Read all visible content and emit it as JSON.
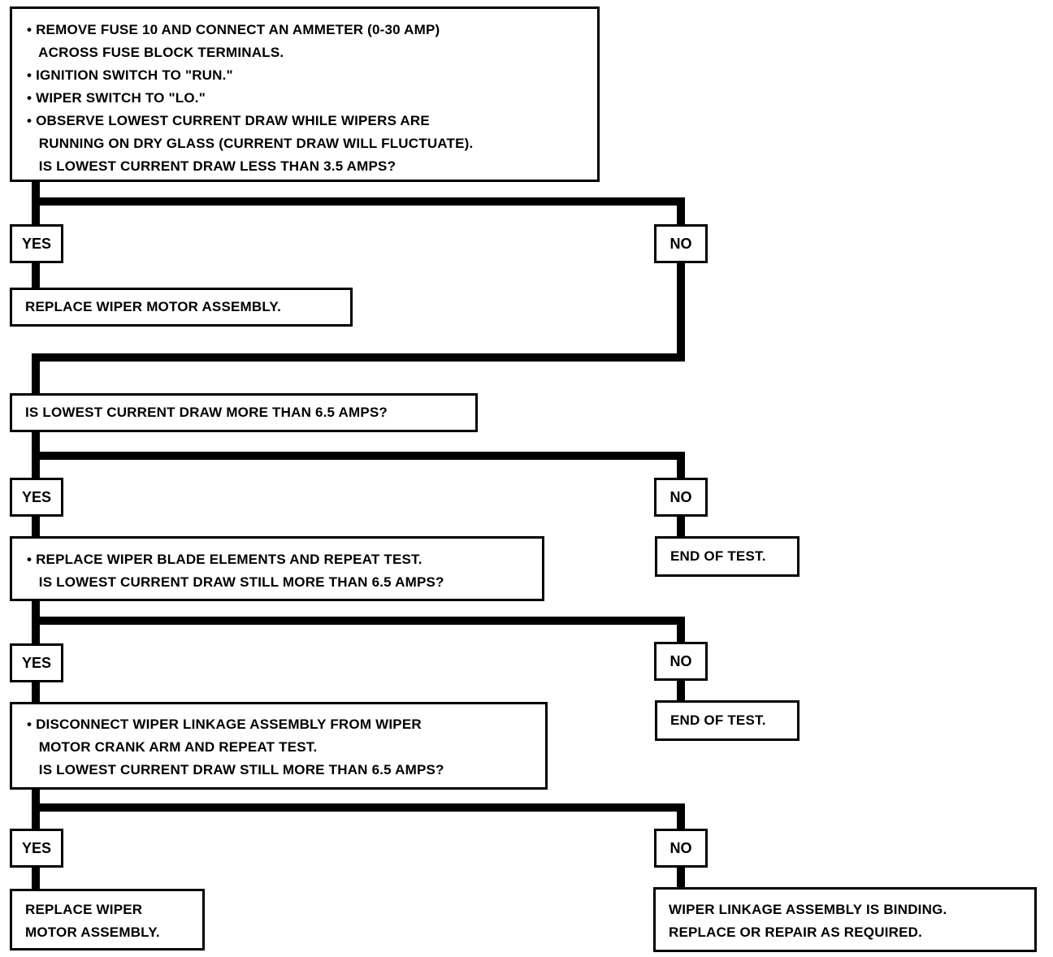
{
  "box_first_test": {
    "lines": [
      "• REMOVE FUSE 10 AND CONNECT AN AMMETER (0-30 AMP)",
      "   ACROSS FUSE BLOCK TERMINALS.",
      "• IGNITION SWITCH TO \"RUN.\"",
      "• WIPER SWITCH TO \"LO.\"",
      "• OBSERVE LOWEST CURRENT DRAW WHILE WIPERS ARE",
      "   RUNNING ON DRY GLASS (CURRENT DRAW WILL FLUCTUATE).",
      "   IS LOWEST CURRENT DRAW LESS THAN 3.5 AMPS?"
    ]
  },
  "labels": {
    "yes": "YES",
    "no": "NO"
  },
  "box_replace_motor_1": "REPLACE WIPER MOTOR ASSEMBLY.",
  "box_question_65": "IS LOWEST CURRENT DRAW MORE THAN 6.5 AMPS?",
  "box_replace_blades": {
    "lines": [
      "• REPLACE WIPER BLADE ELEMENTS AND REPEAT TEST.",
      "   IS LOWEST CURRENT DRAW STILL MORE THAN 6.5 AMPS?"
    ]
  },
  "box_end_1": "END OF TEST.",
  "box_disconnect": {
    "lines": [
      "• DISCONNECT WIPER LINKAGE ASSEMBLY FROM WIPER",
      "   MOTOR CRANK ARM AND REPEAT TEST.",
      "   IS LOWEST CURRENT DRAW STILL MORE THAN 6.5 AMPS?"
    ]
  },
  "box_end_2": "END OF TEST.",
  "box_replace_motor_2": {
    "lines": [
      "REPLACE WIPER",
      "MOTOR ASSEMBLY."
    ]
  },
  "box_linkage_binding": {
    "lines": [
      "WIPER LINKAGE ASSEMBLY IS BINDING.",
      "REPLACE OR REPAIR AS REQUIRED."
    ]
  }
}
